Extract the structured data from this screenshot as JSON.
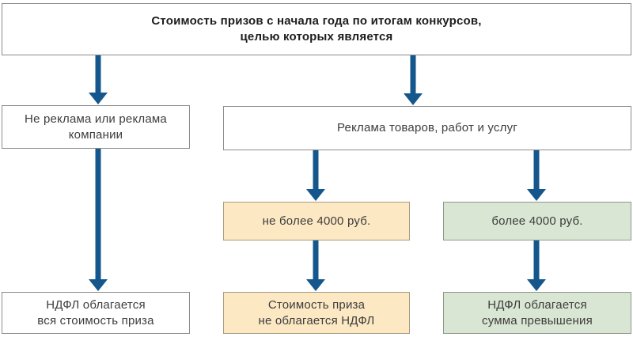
{
  "colors": {
    "arrow": "#15578c",
    "box_border": "#8c8c8c",
    "yellow_fill": "#fce8c3",
    "yellow_border": "#a89c7f",
    "green_fill": "#d9e6d3",
    "green_border": "#8f998a",
    "text": "#3d3d3d",
    "title_text": "#1d1d1d"
  },
  "diagram": {
    "title": {
      "lines": [
        "Стоимость призов с начала года по итогам конкурсов,",
        "целью которых является"
      ]
    },
    "branch_left": {
      "lines": [
        "Не реклама или реклама",
        "компании"
      ]
    },
    "branch_right": {
      "label": "Реклама товаров, работ и услуг"
    },
    "condition_not_more": {
      "label": "не более 4000 руб."
    },
    "condition_more": {
      "label": "более 4000 руб."
    },
    "outcome_left": {
      "lines": [
        "НДФЛ облагается",
        "вся стоимость приза"
      ]
    },
    "outcome_middle": {
      "lines": [
        "Стоимость приза",
        "не облагается НДФЛ"
      ]
    },
    "outcome_right": {
      "lines": [
        "НДФЛ облагается",
        "сумма превышения"
      ]
    }
  }
}
